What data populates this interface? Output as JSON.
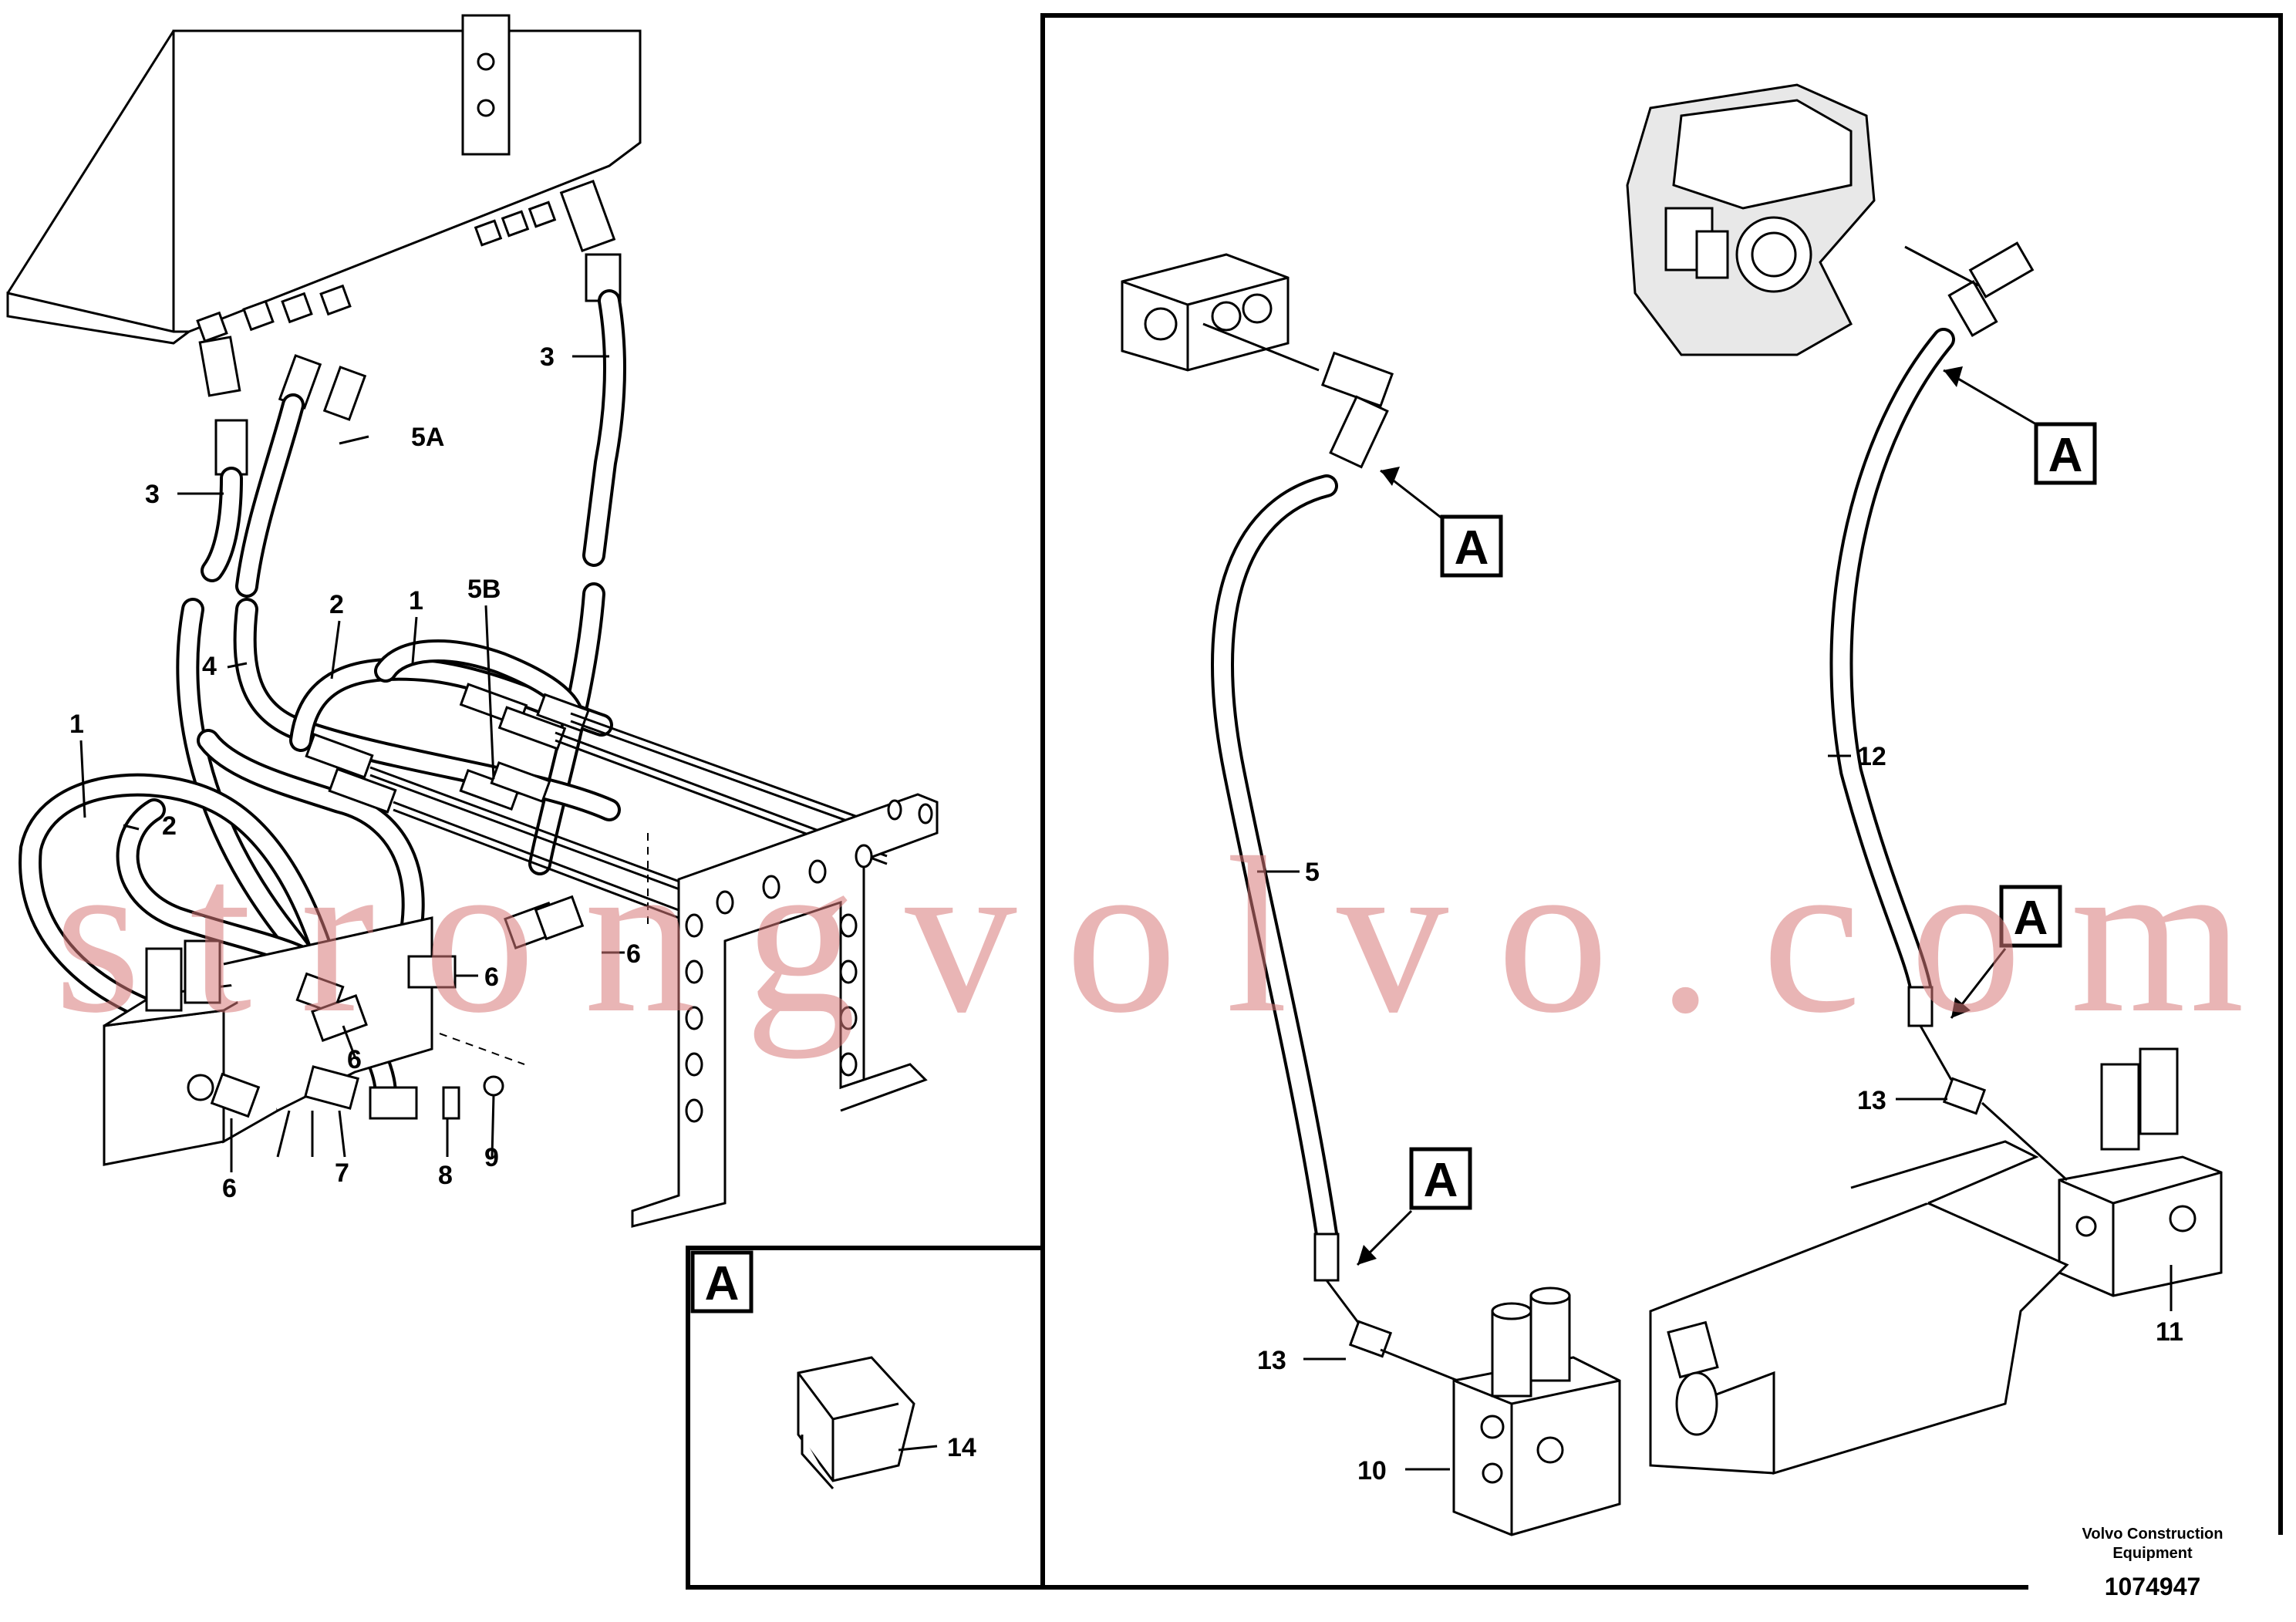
{
  "watermark": "strongvolvo.com",
  "callout_letter": "A",
  "part_labels": {
    "l1a": "1",
    "l1b": "1",
    "l2a": "2",
    "l2b": "2",
    "l3a": "3",
    "l3b": "3",
    "l4": "4",
    "l5": "5",
    "l5a": "5A",
    "l5b": "5B",
    "l6a": "6",
    "l6b": "6",
    "l6c": "6",
    "l6d": "6",
    "l7": "7",
    "l8": "8",
    "l9": "9",
    "l10": "10",
    "l11": "11",
    "l12": "12",
    "l13a": "13",
    "l13b": "13",
    "l14": "14"
  },
  "footer": {
    "company_line1": "Volvo Construction",
    "company_line2": "Equipment",
    "drawing_number": "1074947"
  }
}
